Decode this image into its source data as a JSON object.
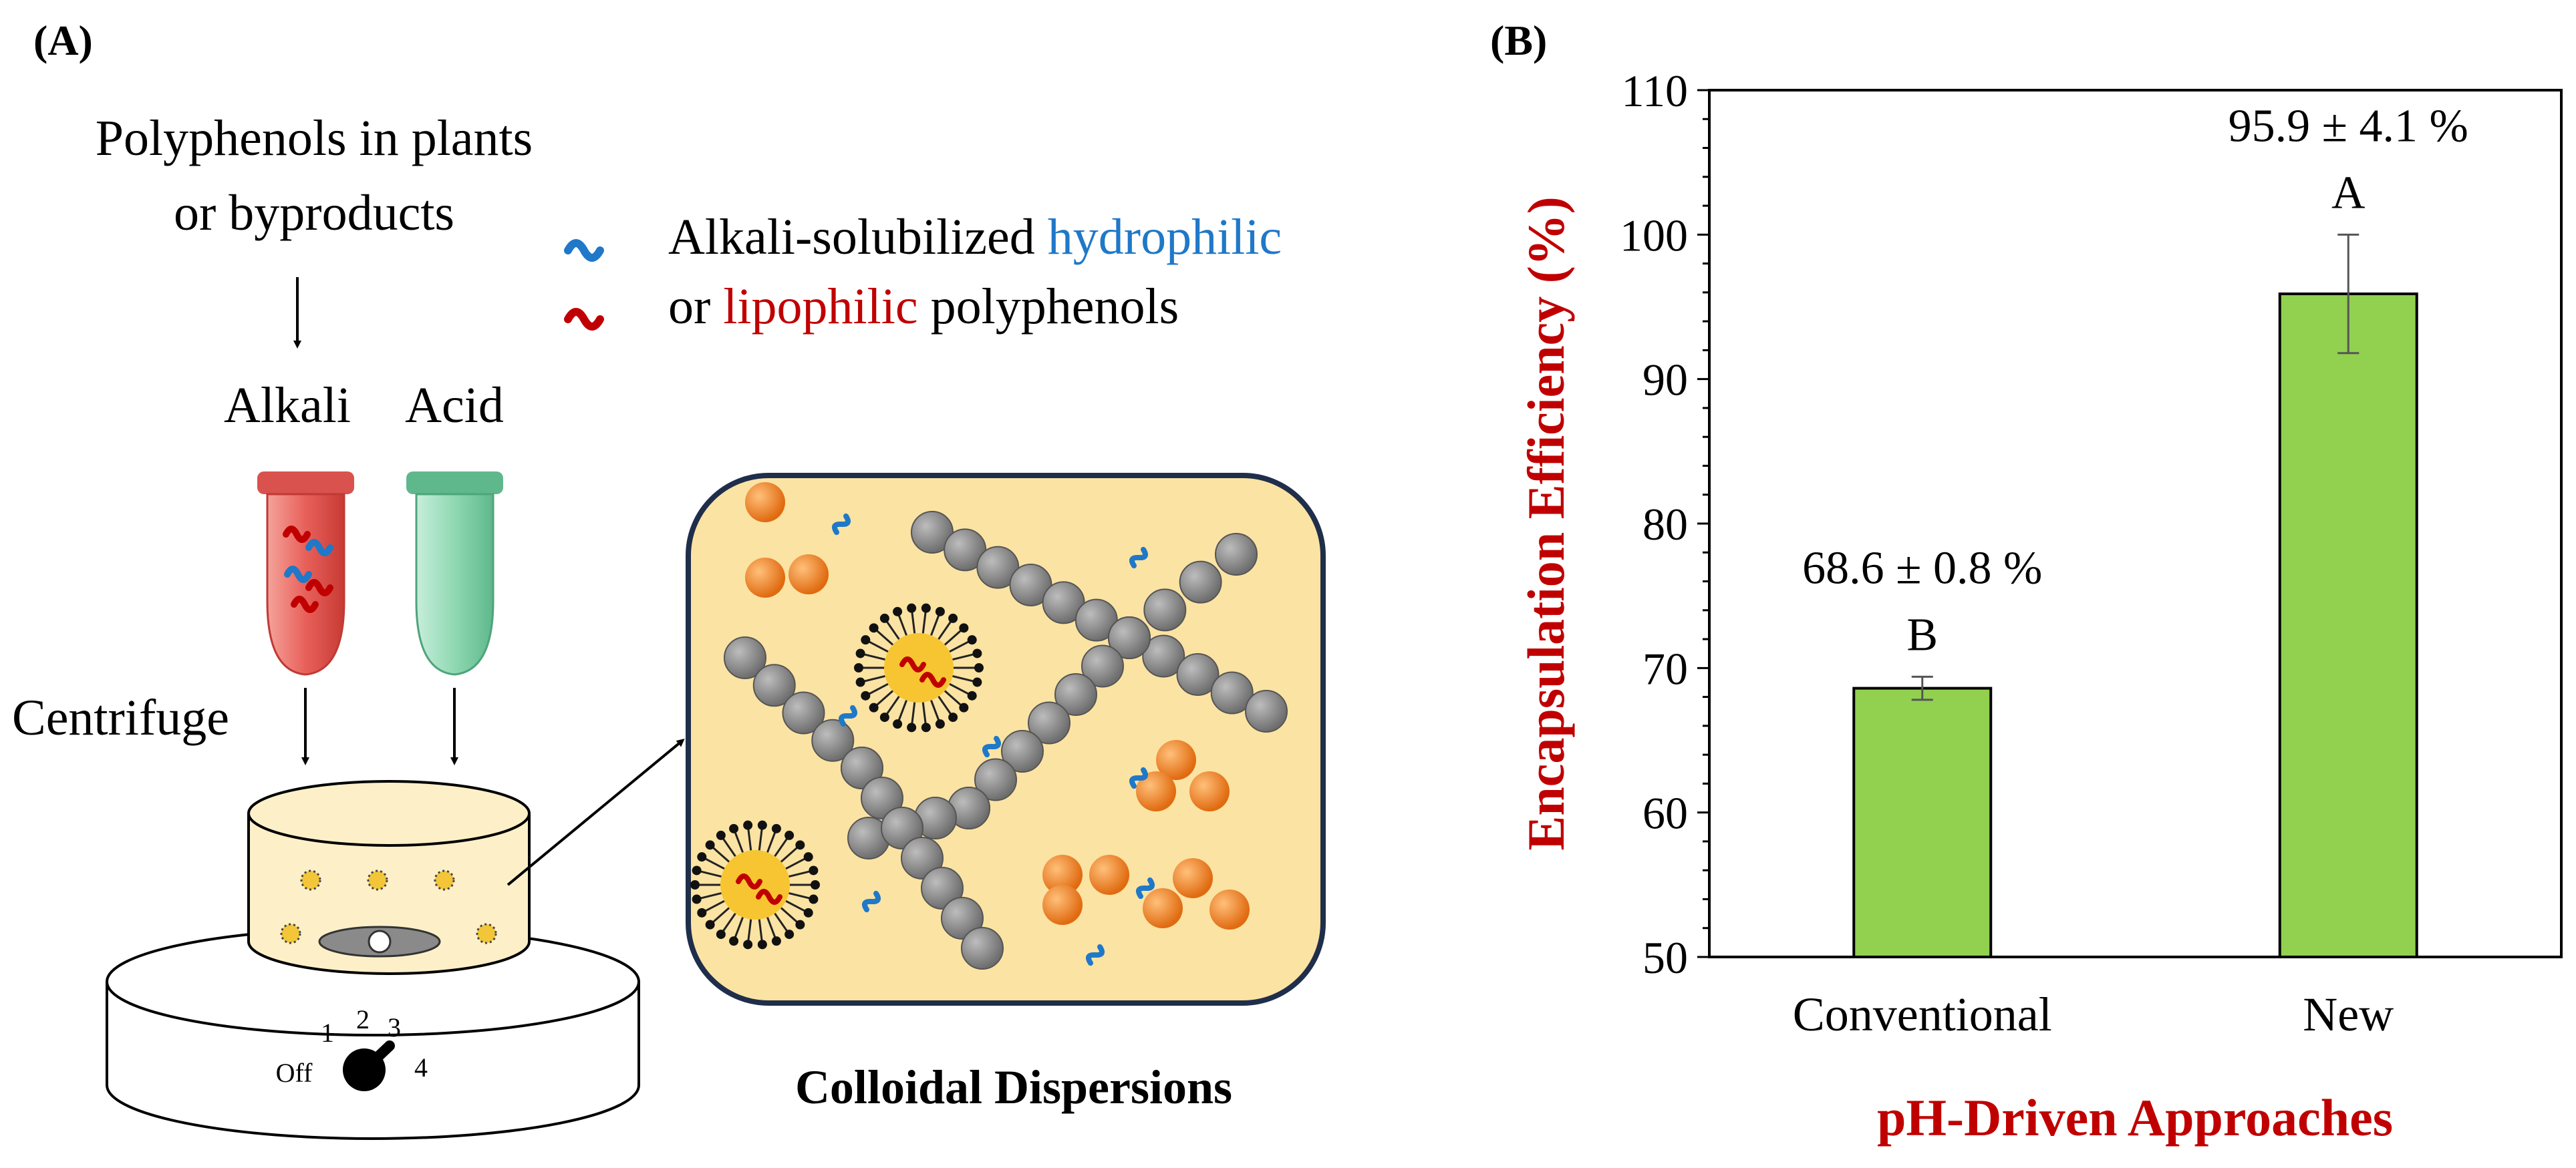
{
  "panel_a": {
    "label": "(A)",
    "source_line1": "Polyphenols in plants",
    "source_line2": "or byproducts",
    "legend": {
      "line1_prefix": "Alkali-solubilized ",
      "line1_highlight": "hydrophilic",
      "line2_prefix": "or ",
      "line2_highlight": "lipophilic",
      "line2_suffix": " polyphenols"
    },
    "tube_labels": [
      "Alkali",
      "Acid"
    ],
    "centrifuge_label": "Centrifuge",
    "dial_labels": [
      "1",
      "2",
      "3",
      "4",
      "Off"
    ],
    "inset_caption": "Colloidal Dispersions"
  },
  "panel_b": {
    "label": "(B)"
  },
  "colors": {
    "bar_fill": "#92d050",
    "axis_title": "#c00000",
    "hydrophilic": "#1f78c8",
    "lipophilic": "#c00000",
    "dispersion_bg": "#fbe3a3",
    "tube_alkali": "#e8605a",
    "tube_acid": "#7dcfa5",
    "particle_gray": "#8a8a8a",
    "particle_orange": "#f0842a"
  },
  "chart_data": {
    "type": "bar",
    "categories": [
      "Conventional",
      "New"
    ],
    "values": [
      68.6,
      95.9
    ],
    "errors": [
      0.8,
      4.1
    ],
    "value_labels": [
      "68.6 ± 0.8 %",
      "95.9 ± 4.1 %"
    ],
    "significance_letters": [
      "B",
      "A"
    ],
    "xlabel": "pH-Driven Approaches",
    "ylabel": "Encapsulation Efficiency (%)",
    "ylim": [
      50,
      110
    ],
    "yticks": [
      50,
      60,
      70,
      80,
      90,
      100,
      110
    ],
    "ytick_labels": [
      "50",
      "60",
      "70",
      "80",
      "90",
      "100",
      "110"
    ],
    "minor_tick_step": 2,
    "grid": false,
    "legend": "none"
  }
}
